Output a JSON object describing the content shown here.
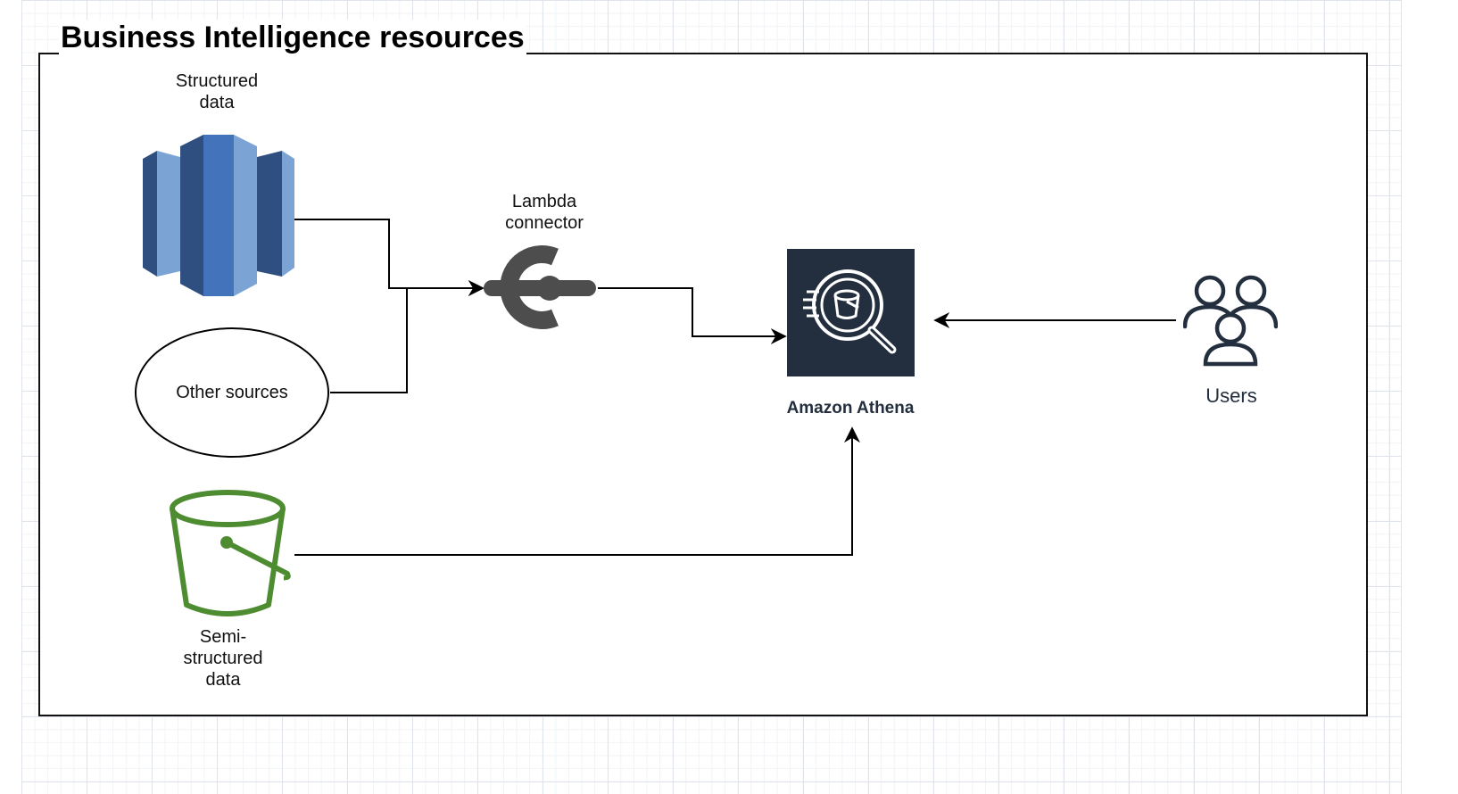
{
  "diagram": {
    "title": "Business Intelligence resources",
    "nodes": {
      "structured": {
        "label": "Structured\ndata",
        "icon": "amazon-redshift-icon"
      },
      "other": {
        "label": "Other sources"
      },
      "semi": {
        "label": "Semi-\nstructured\ndata",
        "icon": "amazon-s3-bucket-icon"
      },
      "lambda": {
        "label": "Lambda\nconnector",
        "icon": "lambda-connector-icon"
      },
      "athena": {
        "label": "Amazon Athena",
        "icon": "amazon-athena-icon"
      },
      "users": {
        "label": "Users",
        "icon": "users-icon"
      }
    },
    "edges": [
      {
        "from": "structured",
        "to": "lambda"
      },
      {
        "from": "other",
        "to": "lambda"
      },
      {
        "from": "lambda",
        "to": "athena"
      },
      {
        "from": "semi",
        "to": "athena"
      },
      {
        "from": "users",
        "to": "athena"
      }
    ],
    "colors": {
      "redshift_dark": "#2E4F7F",
      "redshift_mid": "#7BA4D5",
      "redshift_center": "#4373BA",
      "s3_green": "#4E8C31",
      "athena_bg": "#232F3E",
      "connector_gray": "#4D4D4D",
      "users_stroke": "#232F3E",
      "line": "#000000"
    }
  }
}
